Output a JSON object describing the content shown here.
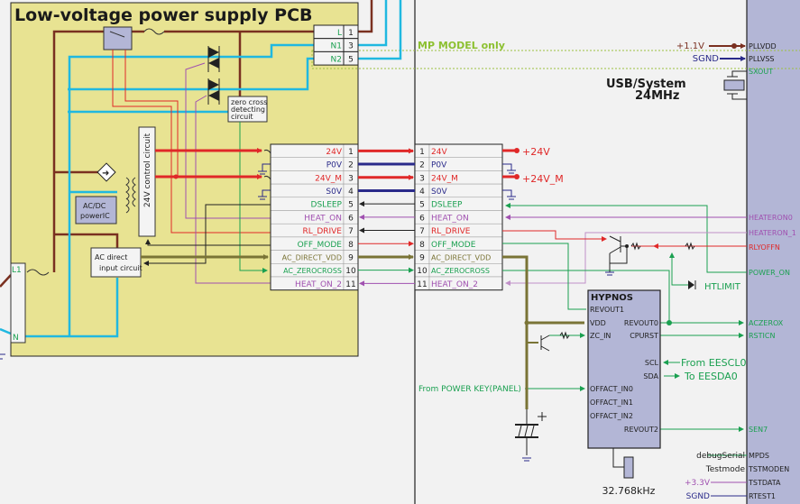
{
  "pcb": {
    "title": "Low-voltage power supply PCB",
    "ac_connector": [
      {
        "label": "L",
        "pin": "1"
      },
      {
        "label": "N1",
        "pin": "3"
      },
      {
        "label": "N2",
        "pin": "5"
      }
    ],
    "zero_cross": [
      "zero cross",
      "detecting",
      "circuit"
    ],
    "control_circuit": "24V control circuit",
    "acdc_ic": [
      "AC/DC",
      "powerIC"
    ],
    "ac_direct": [
      "AC direct",
      "input circuit"
    ],
    "inlet": {
      "l": "L1",
      "n": "N"
    }
  },
  "mp_model": "MP MODEL only",
  "connector_pins": [
    {
      "pin": "1",
      "label": "24V",
      "color": "#e02828"
    },
    {
      "pin": "2",
      "label": "P0V",
      "color": "#2a2a8a"
    },
    {
      "pin": "3",
      "label": "24V_M",
      "color": "#e02828"
    },
    {
      "pin": "4",
      "label": "S0V",
      "color": "#2a2a8a"
    },
    {
      "pin": "5",
      "label": "DSLEEP",
      "color": "#1aa050"
    },
    {
      "pin": "6",
      "label": "HEAT_ON",
      "color": "#a050b0"
    },
    {
      "pin": "7",
      "label": "RL_DRIVE",
      "color": "#e02828"
    },
    {
      "pin": "8",
      "label": "OFF_MODE",
      "color": "#1aa050"
    },
    {
      "pin": "9",
      "label": "AC_DIRECT_VDD",
      "color": "#7a7436"
    },
    {
      "pin": "10",
      "label": "AC_ZEROCROSS",
      "color": "#1aa050"
    },
    {
      "pin": "11",
      "label": "HEAT_ON_2",
      "color": "#a050b0"
    }
  ],
  "rails": {
    "v24": "+24V",
    "v24m": "+24V_M"
  },
  "soc": {
    "title": [
      "USB/System",
      "24MHz"
    ],
    "supply": {
      "v11": "+1.1V",
      "sgnd": "SGND"
    },
    "pins": {
      "pllvdd": "PLLVDD",
      "pllvss": "PLLVSS",
      "sxout": "SXOUT",
      "heateron0": "HEATERON0",
      "heateron1": "HEATERON_1",
      "rlyoffn": "RLYOFFN",
      "power_on": "POWER_ON",
      "aczerox": "ACZEROX",
      "rsticn": "RSTICN",
      "sen7": "SEN7",
      "mpds": "MPDS",
      "tstmoden": "TSTMODEN",
      "tstdata": "TSTDATA",
      "rtest1": "RTEST1"
    },
    "side_labels": {
      "debug": "debugSerial",
      "testmode": "Testmode",
      "v33": "+3.3V",
      "sgnd": "SGND"
    }
  },
  "htlimit": "HTLIMIT",
  "hypnos": {
    "title": "HYPNOS",
    "left_pins": [
      "REVOUT1",
      "VDD",
      "ZC_IN",
      "OFFACT_IN0",
      "OFFACT_IN1",
      "OFFACT_IN2"
    ],
    "right_pins": [
      "REVOUT0",
      "CPURST",
      "SCL",
      "SDA",
      "REVOUT2"
    ],
    "from_eescl": "From EESCL0",
    "to_eesda": "To EESDA0",
    "power_key": "From POWER KEY(PANEL)",
    "crystal": "32.768kHz"
  }
}
